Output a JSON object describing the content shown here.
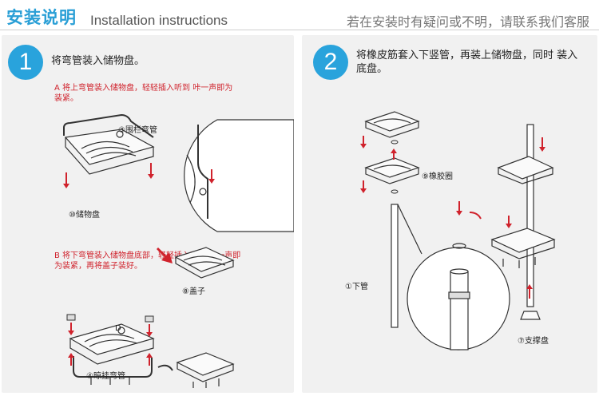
{
  "header": {
    "title": "安装说明",
    "subtitle": "Installation instructions",
    "help": "若在安装时有疑问或不明，请联系我们客服"
  },
  "steps": [
    {
      "number": "1",
      "text": "将弯管装入储物盘。",
      "note_a": "A 将上弯管装入储物盘，轻轻插入听到 咔一声即为装紧。",
      "note_b": "B 将下弯管装入储物盘底部，轻轻插入听到 咔一声即为装紧，再将盖子装好。",
      "labels": {
        "rail_tube": "③围栏弯管",
        "tray": "⑩储物盘",
        "cap": "⑧盖子",
        "hook_tube": "④晾挂弯管",
        "point_d": "D"
      }
    },
    {
      "number": "2",
      "text": "将橡皮筋套入下竖管，再装上储物盘，同时 装入底盘。",
      "labels": {
        "rubber_ring": "⑨橡胶圈",
        "lower_tube": "①下管",
        "support_base": "⑦支撑盘"
      }
    }
  ],
  "colors": {
    "accent": "#29a3dc",
    "note_red": "#d0222c"
  }
}
